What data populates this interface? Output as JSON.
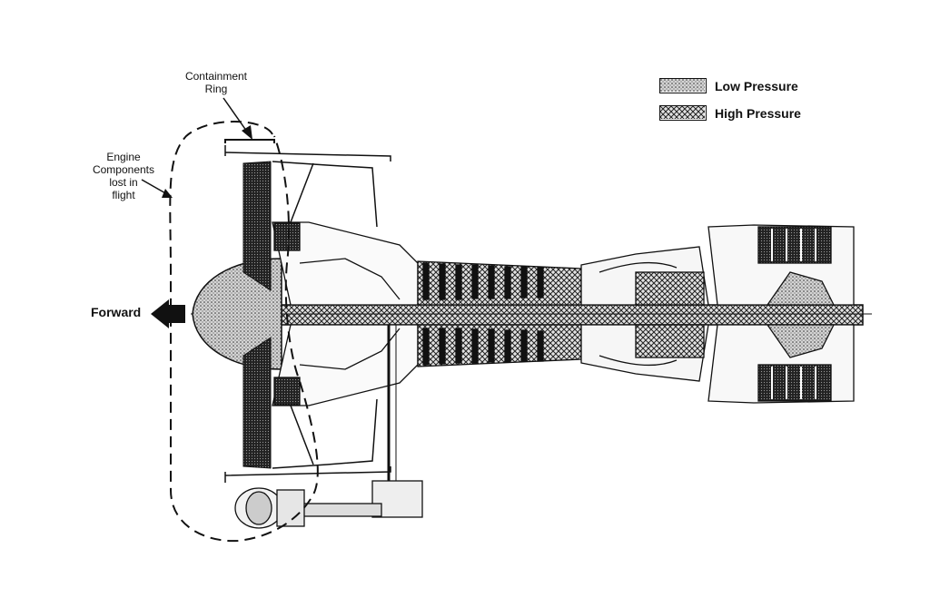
{
  "labels": {
    "containment_ring": [
      "Containment",
      "Ring"
    ],
    "lost_components": [
      "Engine",
      "Components",
      "lost  in",
      "flight"
    ],
    "forward": "Forward"
  },
  "legend": [
    {
      "text": "Low Pressure",
      "pattern": "stipple"
    },
    {
      "text": "High Pressure",
      "pattern": "crosshatch"
    }
  ],
  "colors": {
    "ink": "#111111",
    "background": "#ffffff",
    "stipple_fill": "#c8c8c8",
    "crosshatch_fill": "#b8b8b8"
  }
}
